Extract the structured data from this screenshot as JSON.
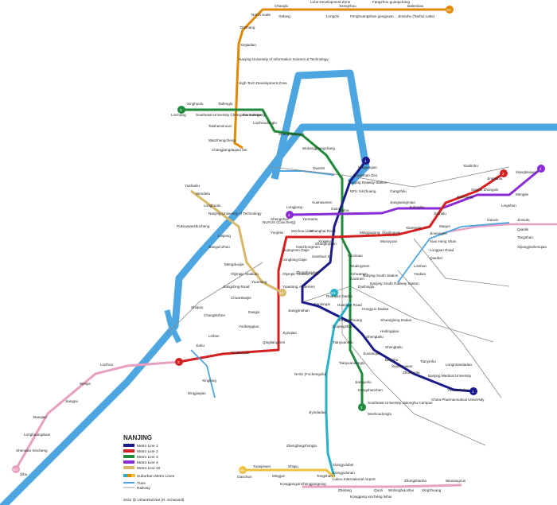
{
  "title": "NANJING",
  "credit": "2022 @ UrbanRail.Net (R. Schwandl)",
  "colors": {
    "line1": "#1a1a8c",
    "line2": "#d42020",
    "line3": "#1e8a3a",
    "line4": "#8a2bd6",
    "line10": "#d8b86a",
    "s1": "#2ab0c8",
    "s3": "#e8a0c0",
    "s8": "#e08a00",
    "s9": "#f0c040",
    "tram": "#4da6e0",
    "river": "#4da6e0"
  },
  "legend": {
    "lines": [
      "Metro Line 1",
      "Metro Line 2",
      "Metro Line 3",
      "Metro Line 4",
      "Metro Line 10"
    ],
    "suburban_label": "Suburban Metro Lines",
    "tram": "Tram",
    "railway": "Railway"
  },
  "line_numbers": [
    "1",
    "2",
    "3",
    "4",
    "10",
    "S1",
    "S3",
    "S8",
    "S9"
  ],
  "stations": {
    "s8": [
      "Not in scale",
      "Changlu",
      "Luhe Development Zone",
      "Xiongzhou",
      "Fangzhou guangchang",
      "Babeixiao",
      "Gelang",
      "Longchi",
      "Fenghuangshan gongyuan",
      "Jinniuhu (Taohui Lake)",
      "Dachang",
      "Xiejiadian",
      "Nanjing University of Information Science & Technology",
      "High-Tech Development Zone",
      "Taishanxincun",
      "Maozhangcheng",
      "Changjiangdaqiao bei"
    ],
    "l3_north": [
      "Xinghuolu",
      "Linchang",
      "Taifenglu",
      "Southeast University Chengxian College",
      "Tianrunchang",
      "Liuzhoudonglu",
      "Shangyuanmen",
      "Wutangguangchang",
      "Xiaoshi"
    ],
    "l1_north": [
      "Maigaoqiao",
      "Hongshan Zoo",
      "Nanjing Railway Station",
      "NFU Xinzhuang",
      "Gulou",
      "Xuanwumen"
    ],
    "l4": [
      "Xianlinhu",
      "Xianhe Zhongxin",
      "Xuzhuang",
      "Jinmalu",
      "Gangzhilu",
      "Jiangwangmiao",
      "Jiulonghu",
      "Gulou",
      "Yunnanlu",
      "Longjiang",
      "Shengshan",
      "NUAUS (Caocheng)",
      "Xiangtianwu",
      "Menglei",
      "Lingshan"
    ],
    "l2": [
      "Jingtianlu",
      "Maqun",
      "Xiamenlu",
      "Muxuyuan",
      "Xiaolingwei",
      "Minggugong",
      "Shanghai Road",
      "Xinjiekou",
      "Hanzhongmen",
      "Mochou Lake",
      "Yunjinlu",
      "Jiqingmen Dajie",
      "Xinglong Dajie",
      "Olympic Stadium East",
      "Yuantong",
      "Youfangqiao",
      "Jiyinqiao",
      "Qingliangmen",
      "Youtianqiao"
    ],
    "l10": [
      "Yushanlu",
      "Wendelu",
      "Longhualu",
      "Nanjing University of Technology",
      "Pukouwanshucheng",
      "Liejiang",
      "Jiangxinzhou",
      "Olympic Stadium",
      "Mengduxijie",
      "Yuantong"
    ],
    "l1_south": [
      "Zhangfuyuan",
      "Sanshan St.",
      "Zhonghuamen",
      "Andemen",
      "Tianlongsi",
      "Ruanjian Dadao",
      "Huashen Road",
      "Nanjing South Railway Station",
      "Shuanglong Dadao",
      "Hedingqiao",
      "Shengtailu",
      "Baijiahu",
      "Xiaolongwan",
      "Zhushanlu",
      "Nanjing Medical University",
      "China Pharmaceutical University",
      "Longmiandadao",
      "Tianyinhu",
      "Yinhuadadao"
    ],
    "l3_south": [
      "Fuzimiao",
      "Wudingmen",
      "Yuhuamen",
      "Kazimen",
      "Dashinglu",
      "Nanjing South Station",
      "Hongyun Dadao",
      "Dingjiazhuang",
      "Shengtailu",
      "Jiuxianqiao",
      "Tianyuandonglu",
      "Jiangjunlu",
      "Dongshanzhen",
      "Southeast University Jiulonghu Campus",
      "Mozhoudonglu"
    ],
    "s1": [
      "Jiangyinshan",
      "Jiyindadao",
      "Cuipingshan",
      "NHIU (Fochengxilu)",
      "Tianyuanxilu",
      "Zhengfangzhonglu",
      "Xiangyulubei",
      "Xiangyulunan",
      "Lukou International Airport"
    ],
    "s9": [
      "Gaochun",
      "Tuanjiewei",
      "Shiqiu",
      "Mingjue",
      "Tongshan",
      "Xiangyulunan"
    ],
    "s3": [
      "Liuzhou",
      "Wenjie",
      "Jiangpu",
      "Banqiao",
      "Longhuangduan",
      "Shenxian Xincheng",
      "Xihu",
      "Gaoxin",
      "Jinniulu",
      "Qiaolin",
      "Tangshan",
      "Xijiangjinshenqiao"
    ],
    "s7": [
      "Konggangxinchengjiangning",
      "Zhetang",
      "Konggang xincheng lishui",
      "Qunli",
      "Wolonghu",
      "Lishui",
      "Zhongshanhu",
      "Xingzhuang",
      "Wuxiangcun"
    ],
    "misc": [
      "Jinxianghe",
      "Xiao Hong Shan",
      "Longpan Road",
      "Qiaobei",
      "Linshan",
      "Youtian",
      "Lishan",
      "Shiqiao",
      "Changlezhen",
      "Jiahu",
      "Xinglong",
      "Dingjiaqiao",
      "Chuanbanjie",
      "Jiangdong Road",
      "Dangxi"
    ]
  }
}
